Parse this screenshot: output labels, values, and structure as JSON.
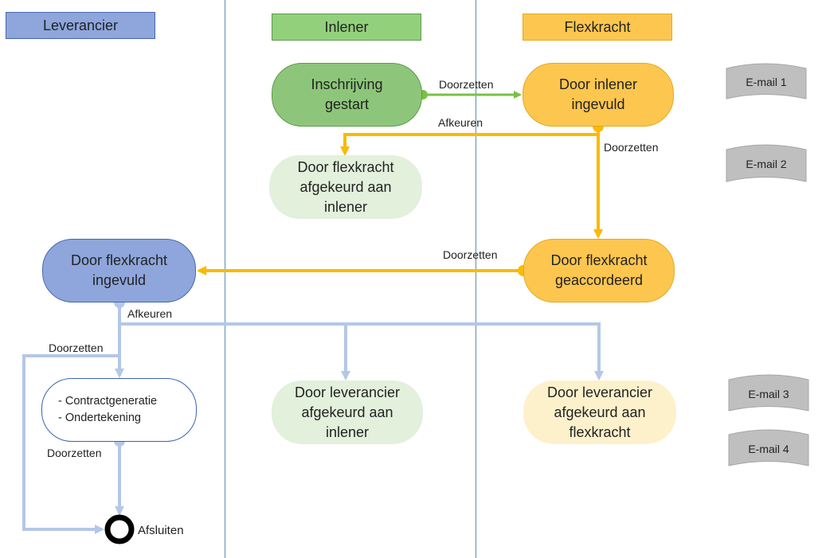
{
  "lanes": {
    "leverancier": "Leverancier",
    "inlener": "Inlener",
    "flexkracht": "Flexkracht"
  },
  "nodes": {
    "inschrijving_gestart": "Inschrijving\ngestart",
    "door_inlener_ingevuld": "Door inlener\ningevuld",
    "flexkracht_afgekeurd_aan_inlener": "Door flexkracht\nafgekeurd aan\ninlener",
    "flexkracht_geaccordeerd": "Door flexkracht\ngeaccordeerd",
    "flexkracht_ingevuld": "Door flexkracht\ningevuld",
    "contract_steps": "- Contractgeneratie\n- Ondertekening",
    "leverancier_afgekeurd_aan_inlener": "Door leverancier\nafgekeurd aan\ninlener",
    "leverancier_afgekeurd_aan_flexkracht": "Door leverancier\nafgekeurd aan\nflexkracht",
    "afsluiten": "Afsluiten"
  },
  "labels": {
    "doorzetten_1": "Doorzetten",
    "afkeuren_1": "Afkeuren",
    "doorzetten_2": "Doorzetten",
    "doorzetten_3": "Doorzetten",
    "afkeuren_2": "Afkeuren",
    "doorzetten_4": "Doorzetten",
    "doorzetten_5": "Doorzetten"
  },
  "emails": [
    "E-mail 1",
    "E-mail 2",
    "E-mail 3",
    "E-mail 4"
  ],
  "colors": {
    "green": "#7ac143",
    "orange": "#fbb900",
    "blue": "#b4c7e7",
    "lane_line": "#5b8fb0"
  }
}
